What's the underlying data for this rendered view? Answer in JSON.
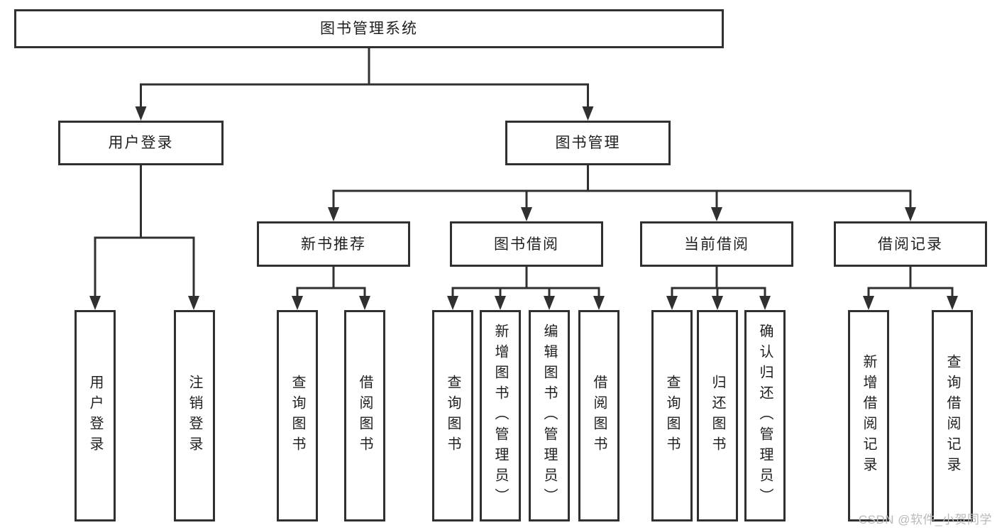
{
  "tree": {
    "root": "图书管理系统",
    "branches": [
      {
        "label": "用户登录",
        "leaves": [
          "用户登录",
          "注销登录"
        ]
      },
      {
        "label": "图书管理",
        "groups": [
          {
            "label": "新书推荐",
            "leaves": [
              "查询图书",
              "借阅图书"
            ]
          },
          {
            "label": "图书借阅",
            "leaves": [
              "查询图书",
              "新增图书（管理员）",
              "编辑图书（管理员）",
              "借阅图书"
            ]
          },
          {
            "label": "当前借阅",
            "leaves": [
              "查询图书",
              "归还图书",
              "确认归还（管理员）"
            ]
          },
          {
            "label": "借阅记录",
            "leaves": [
              "新增借阅记录",
              "查询借阅记录"
            ]
          }
        ]
      }
    ]
  },
  "watermark": "CSDN @软件_小贺同学",
  "colors": {
    "line": "#303030",
    "text": "#1f1f1f",
    "watermark": "#b9b9b9",
    "background": "#ffffff"
  }
}
